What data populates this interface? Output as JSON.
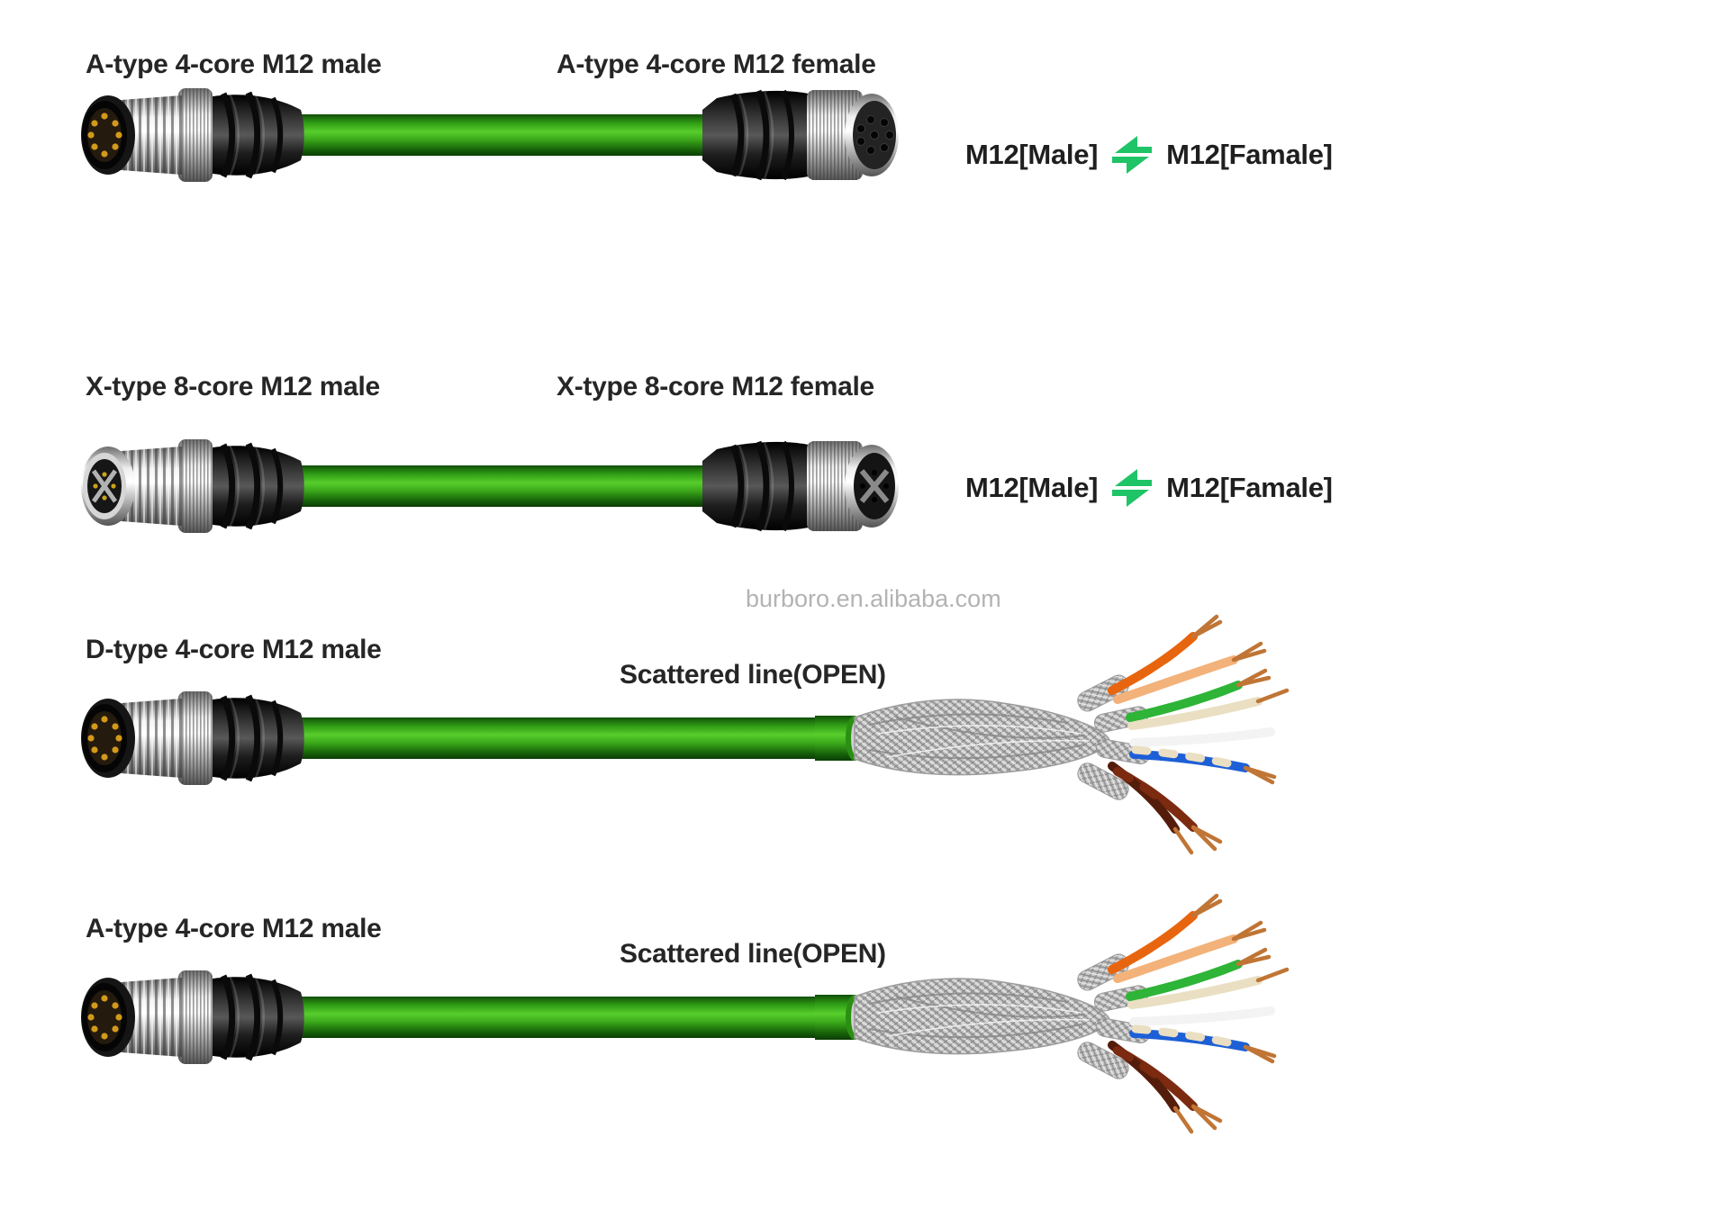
{
  "watermark": "burboro.en.alibaba.com",
  "colors": {
    "cable_green": "#3cab1b",
    "cable_highlight": "#57ce2c",
    "swap_icon_green": "#1ec466",
    "label_text": "#262626",
    "watermark_gray": "#b3b3b3",
    "pin_gold": "#d29a1a",
    "copper": "#c07535",
    "wire_orange": "#e8650f",
    "wire_orange_white": "#f2b27a",
    "wire_green": "#2eb437",
    "wire_cream": "#eadfc2",
    "wire_white": "#f3f3f3",
    "wire_blue": "#1d5fd6",
    "wire_brown": "#7c2a10",
    "wire_dark_brown": "#541d0b"
  },
  "icons": {
    "swap": "swap-arrows-icon"
  },
  "rows": [
    {
      "left_label": "A-type 4-core M12 male",
      "right_label": "A-type 4-core M12 female",
      "badge_male": "M12[Male]",
      "badge_female": "M12[Famale]"
    },
    {
      "left_label": "X-type 8-core M12 male",
      "right_label": "X-type 8-core M12 female",
      "badge_male": "M12[Male]",
      "badge_female": "M12[Famale]"
    },
    {
      "left_label": "D-type 4-core M12 male",
      "right_label": "Scattered line(OPEN)"
    },
    {
      "left_label": "A-type 4-core M12 male",
      "right_label": "Scattered line(OPEN)"
    }
  ]
}
